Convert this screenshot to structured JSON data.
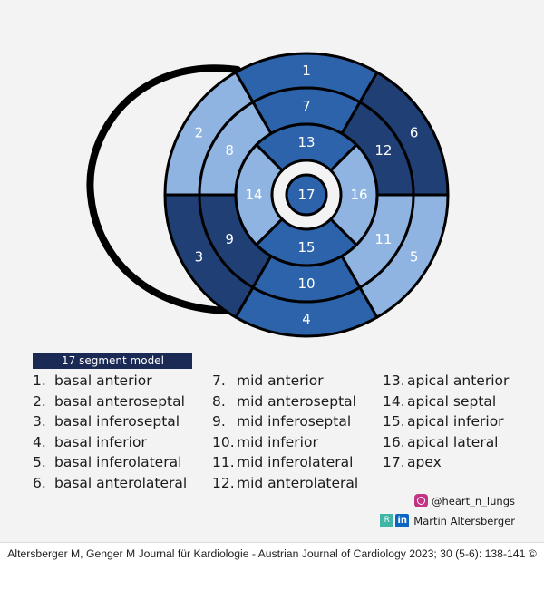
{
  "segments": [
    {
      "id": 1,
      "label": "1",
      "ring": "basal",
      "color": "#2c63ab"
    },
    {
      "id": 2,
      "label": "2",
      "ring": "basal",
      "color": "#8fb4e2"
    },
    {
      "id": 3,
      "label": "3",
      "ring": "basal",
      "color": "#1f3f75"
    },
    {
      "id": 4,
      "label": "4",
      "ring": "basal",
      "color": "#2c63ab"
    },
    {
      "id": 5,
      "label": "5",
      "ring": "basal",
      "color": "#8fb4e2"
    },
    {
      "id": 6,
      "label": "6",
      "ring": "basal",
      "color": "#1f3f75"
    },
    {
      "id": 7,
      "label": "7",
      "ring": "mid",
      "color": "#2c63ab"
    },
    {
      "id": 8,
      "label": "8",
      "ring": "mid",
      "color": "#8fb4e2"
    },
    {
      "id": 9,
      "label": "9",
      "ring": "mid",
      "color": "#1f3f75"
    },
    {
      "id": 10,
      "label": "10",
      "ring": "mid",
      "color": "#2c63ab"
    },
    {
      "id": 11,
      "label": "11",
      "ring": "mid",
      "color": "#8fb4e2"
    },
    {
      "id": 12,
      "label": "12",
      "ring": "mid",
      "color": "#1f3f75"
    },
    {
      "id": 13,
      "label": "13",
      "ring": "apical",
      "color": "#2c63ab"
    },
    {
      "id": 14,
      "label": "14",
      "ring": "apical",
      "color": "#8fb4e2"
    },
    {
      "id": 15,
      "label": "15",
      "ring": "apical",
      "color": "#2c63ab"
    },
    {
      "id": 16,
      "label": "16",
      "ring": "apical",
      "color": "#8fb4e2"
    },
    {
      "id": 17,
      "label": "17",
      "ring": "apex",
      "color": "#2c63ab"
    }
  ],
  "colors": {
    "outline": "#000000",
    "dark_blue": "#1f3f75",
    "medium_blue": "#2c63ab",
    "light_blue": "#8fb4e2",
    "title_bar": "#1a2a55"
  },
  "legend": {
    "title": "17 segment model",
    "columns": [
      [
        {
          "num": "1.",
          "label": "basal anterior"
        },
        {
          "num": "2.",
          "label": "basal anteroseptal"
        },
        {
          "num": "3.",
          "label": "basal inferoseptal"
        },
        {
          "num": "4.",
          "label": "basal inferior"
        },
        {
          "num": "5.",
          "label": "basal inferolateral"
        },
        {
          "num": "6.",
          "label": "basal anterolateral"
        }
      ],
      [
        {
          "num": "7.",
          "label": "mid anterior"
        },
        {
          "num": "8.",
          "label": "mid anteroseptal"
        },
        {
          "num": "9.",
          "label": "mid inferoseptal"
        },
        {
          "num": "10.",
          "label": "mid inferior"
        },
        {
          "num": "11.",
          "label": "mid inferolateral"
        },
        {
          "num": "12.",
          "label": "mid anterolateral"
        }
      ],
      [
        {
          "num": "13.",
          "label": "apical anterior"
        },
        {
          "num": "14.",
          "label": "apical septal"
        },
        {
          "num": "15.",
          "label": "apical inferior"
        },
        {
          "num": "16.",
          "label": "apical lateral"
        },
        {
          "num": "17.",
          "label": "apex"
        }
      ]
    ]
  },
  "social": {
    "instagram": "@heart_n_lungs",
    "author": "Martin Altersberger",
    "instagram_icon": "instagram-icon",
    "researchgate_icon": "researchgate-icon",
    "linkedin_icon": "linkedin-icon"
  },
  "caption": "Altersberger M, Genger M Journal für Kardiologie - Austrian Journal of Cardiology 2023; 30 (5-6): 138-141 ©"
}
